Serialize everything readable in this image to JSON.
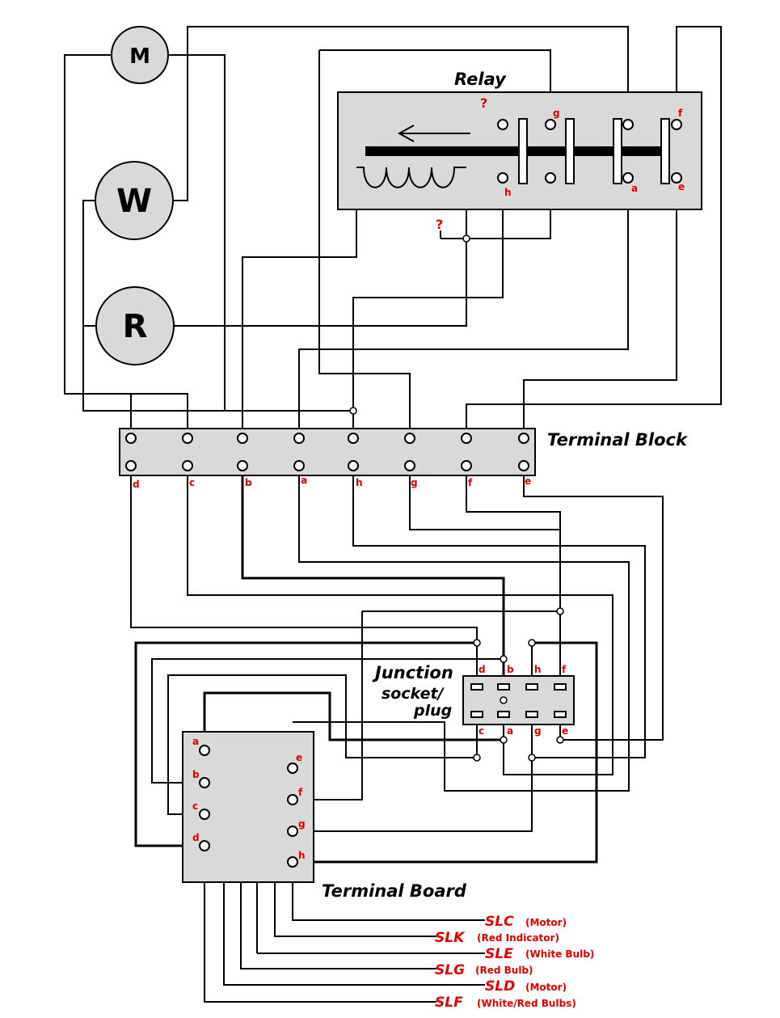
{
  "components": {
    "motor": "M",
    "white": "W",
    "red": "R"
  },
  "relay": {
    "title": "Relay",
    "unknown_top": "?",
    "unknown_bottom": "?",
    "contacts": {
      "g": "g",
      "f": "f",
      "h": "h",
      "a": "a",
      "e": "e"
    }
  },
  "terminal_block": {
    "title": "Terminal Block",
    "terminals": [
      "d",
      "c",
      "b",
      "a",
      "h",
      "g",
      "f",
      "e"
    ]
  },
  "junction": {
    "title_line1": "Junction",
    "title_line2": "socket/",
    "title_line3": "plug",
    "top_pins": [
      "d",
      "b",
      "h",
      "f"
    ],
    "bottom_pins": [
      "c",
      "a",
      "g",
      "e"
    ]
  },
  "terminal_board": {
    "title": "Terminal Board",
    "left_pins": [
      "a",
      "b",
      "c",
      "d"
    ],
    "right_pins": [
      "e",
      "f",
      "g",
      "h"
    ]
  },
  "outputs": [
    {
      "code": "SLC",
      "desc": "(Motor)"
    },
    {
      "code": "SLK",
      "desc": "(Red Indicator)"
    },
    {
      "code": "SLE",
      "desc": "(White Bulb)"
    },
    {
      "code": "SLG",
      "desc": "(Red Bulb)"
    },
    {
      "code": "SLD",
      "desc": "(Motor)"
    },
    {
      "code": "SLF",
      "desc": "(White/Red Bulbs)"
    }
  ],
  "colors": {
    "label_red": "#e00000",
    "box_gray": "#d9d9d9"
  }
}
